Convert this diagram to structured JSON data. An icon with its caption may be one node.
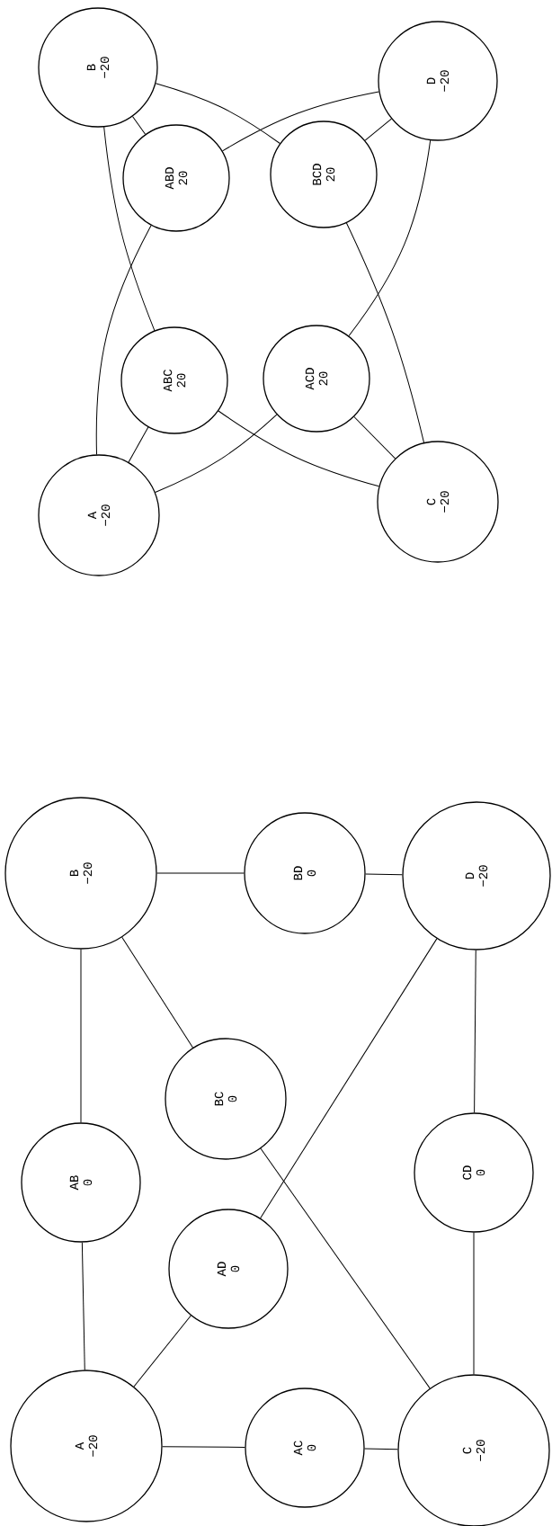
{
  "diagram": {
    "nodes": [
      {
        "text": [
          "B",
          "−20"
        ]
      },
      {
        "text": [
          "D",
          "−20"
        ]
      },
      {
        "text": [
          "ABD",
          "20"
        ]
      },
      {
        "text": [
          "BCD",
          "20"
        ]
      },
      {
        "text": [
          "ABC",
          "20"
        ]
      },
      {
        "text": [
          "ACD",
          "20"
        ]
      },
      {
        "text": [
          "A",
          "−20"
        ]
      },
      {
        "text": [
          "C",
          "−20"
        ]
      },
      {
        "text": [
          "B",
          "−20"
        ]
      },
      {
        "text": [
          "BD",
          "0"
        ]
      },
      {
        "text": [
          "D",
          "−20"
        ]
      },
      {
        "text": [
          "BC",
          "0"
        ]
      },
      {
        "text": [
          "AB",
          "0"
        ]
      },
      {
        "text": [
          "CD",
          "0"
        ]
      },
      {
        "text": [
          "AD",
          "0"
        ]
      },
      {
        "text": [
          "A",
          "−20"
        ]
      },
      {
        "text": [
          "AC",
          "0"
        ]
      },
      {
        "text": [
          "C",
          "−20"
        ]
      }
    ],
    "edges": [
      {
        "from": 0,
        "to": 2,
        "arrow": "none"
      },
      {
        "from": 2,
        "to": 1,
        "arrow": "none"
      },
      {
        "from": 0,
        "to": 3,
        "arrow": "none"
      },
      {
        "from": 3,
        "to": 1,
        "arrow": "none"
      },
      {
        "from": 6,
        "to": 4,
        "arrow": "none"
      },
      {
        "from": 4,
        "to": 7,
        "arrow": "none"
      },
      {
        "from": 6,
        "to": 5,
        "arrow": "none"
      },
      {
        "from": 5,
        "to": 7,
        "arrow": "none"
      },
      {
        "from": 6,
        "to": 2,
        "arrow": "none"
      },
      {
        "from": 0,
        "to": 4,
        "arrow": "none"
      },
      {
        "from": 1,
        "to": 5,
        "arrow": "none"
      },
      {
        "from": 3,
        "to": 7,
        "arrow": "none"
      },
      {
        "from": 8,
        "to": 9,
        "arrow": "none"
      },
      {
        "from": 9,
        "to": 10,
        "arrow": "none"
      },
      {
        "from": 8,
        "to": 12,
        "arrow": "none"
      },
      {
        "from": 8,
        "to": 11,
        "arrow": "none"
      },
      {
        "from": 12,
        "to": 15,
        "arrow": "none"
      },
      {
        "from": 15,
        "to": 14,
        "arrow": "none"
      },
      {
        "from": 15,
        "to": 16,
        "arrow": "none"
      },
      {
        "from": 16,
        "to": 17,
        "arrow": "none"
      },
      {
        "from": 17,
        "to": 13,
        "arrow": "none"
      },
      {
        "from": 13,
        "to": 10,
        "arrow": "none"
      },
      {
        "from": 11,
        "to": 17,
        "arrow": "none"
      },
      {
        "from": 14,
        "to": 10,
        "arrow": "none"
      }
    ]
  }
}
